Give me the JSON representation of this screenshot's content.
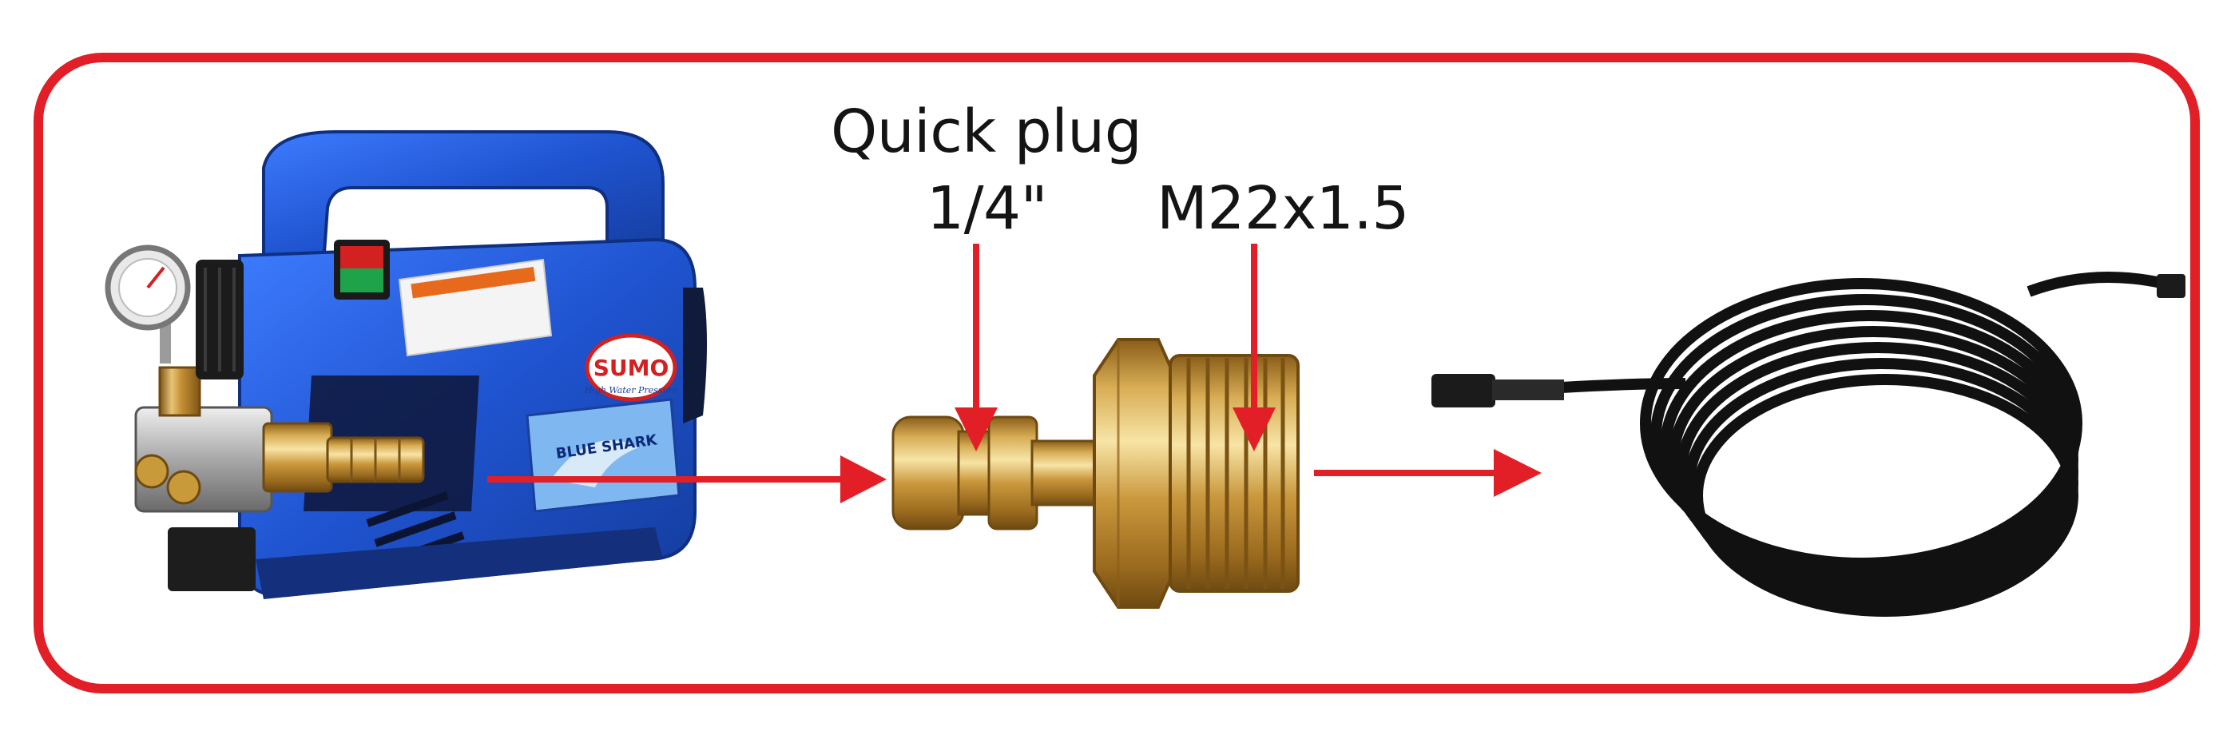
{
  "labels": {
    "quick_plug": "Quick plug",
    "quick_plug_size": "1/4\"",
    "thread_size": "M22x1.5"
  },
  "pump_branding": {
    "brand": "SUMO",
    "tagline": "High Water Pressure",
    "model": "BLUE SHARK"
  },
  "icons": [
    "pressure-washer-image",
    "brass-adapter-image",
    "hose-coil-image",
    "arrow-icon"
  ],
  "colors": {
    "frame_red": "#e21e26",
    "arrow_red": "#e21e26",
    "pump_blue": "#1d4fc4",
    "brass": "#c89a3a",
    "hose_black": "#111111"
  }
}
